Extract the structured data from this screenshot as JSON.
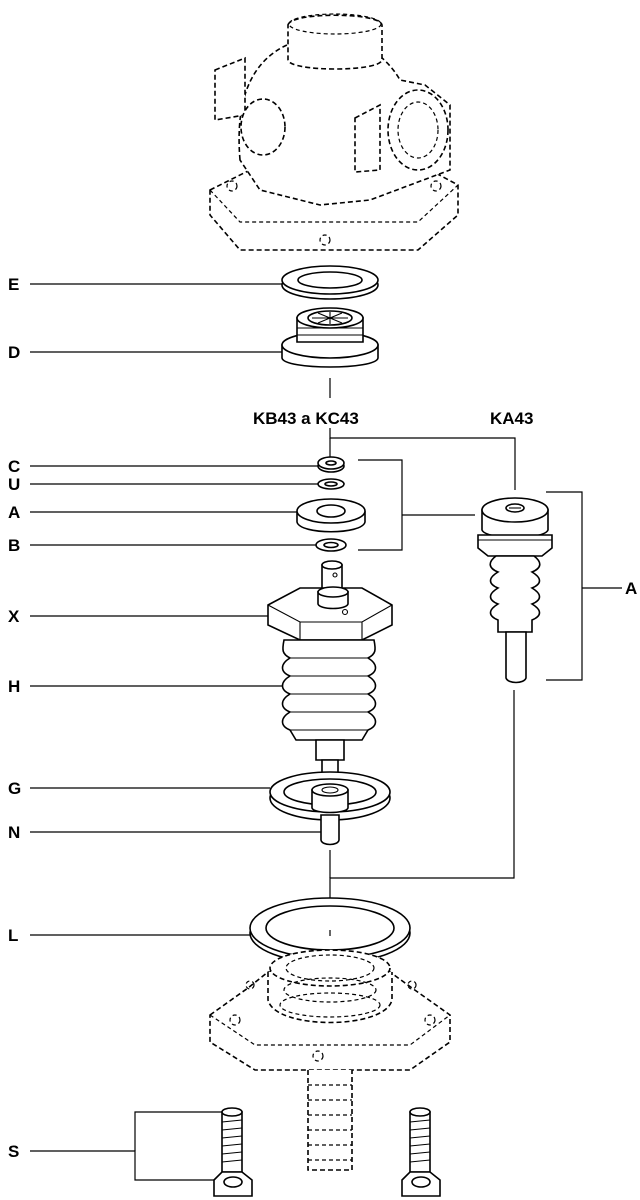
{
  "labels": {
    "E": "E",
    "D": "D",
    "C": "C",
    "U": "U",
    "A_left": "A",
    "B": "B",
    "X": "X",
    "H": "H",
    "G": "G",
    "N": "N",
    "L": "L",
    "S": "S",
    "A_right": "A"
  },
  "variants": {
    "left": "KB43 a KC43",
    "right": "KA43"
  }
}
